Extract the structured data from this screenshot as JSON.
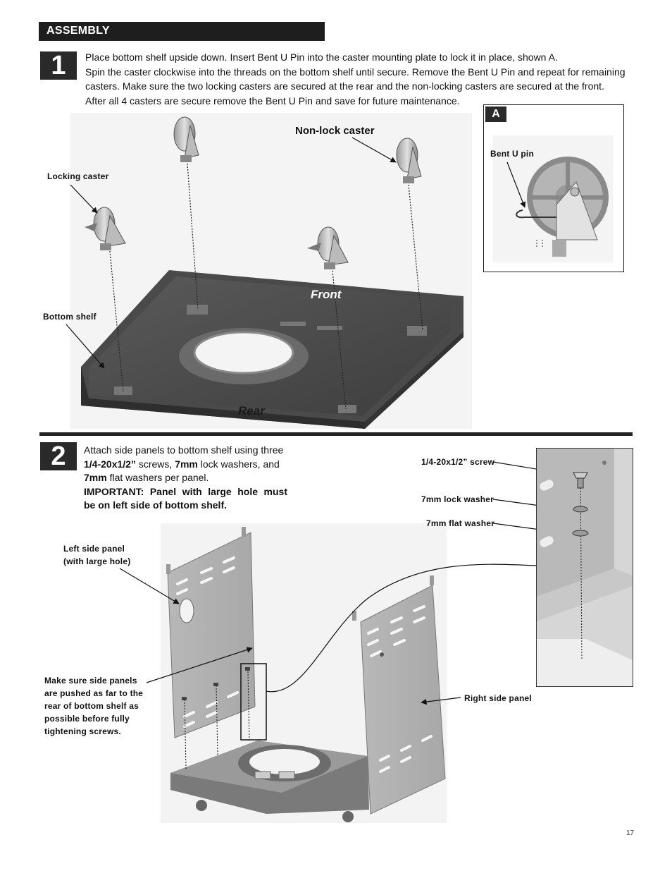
{
  "header": {
    "title": "ASSEMBLY"
  },
  "step1": {
    "number": "1",
    "lines": [
      "Place bottom shelf upside down. Insert Bent U Pin into the caster mounting plate to lock it in place, shown A.",
      "Spin the caster clockwise into the threads on the bottom shelf until secure. Remove the Bent U Pin and repeat for remaining",
      "casters. Make sure the two locking casters are secured at the rear and the non-locking casters are secured at the front.",
      "After all 4 casters are secure remove the Bent U Pin and save for future maintenance."
    ],
    "labels": {
      "non_lock_caster": "Non-lock caster",
      "locking_caster": "Locking  caster",
      "bottom_shelf": "Bottom  shelf",
      "front": "Front",
      "rear": "Rear"
    },
    "inset": {
      "badge": "A",
      "label": "Bent U pin"
    }
  },
  "step2": {
    "number": "2",
    "text": {
      "l1": "Attach side panels to bottom shelf using three",
      "l2_bold": "1/4-20x1/2”",
      "l2_rest": " screws, ",
      "l2_bold2": "7mm",
      "l2_rest2": " lock washers, and",
      "l3_bold": "7mm",
      "l3_rest": " flat washers per panel.",
      "important1": "IMPORTANT: Panel with large hole must",
      "important2": "be on left side of bottom shelf."
    },
    "labels": {
      "screw": "1/4-20x1/2”  screw",
      "lock_washer": "7mm  lock  washer",
      "flat_washer": "7mm  flat  washer",
      "left_panel_1": "Left  side  panel",
      "left_panel_2": "(with  large  hole)",
      "right_panel": "Right  side  panel",
      "note": [
        "Make  sure  side  panels",
        "are  pushed  as  far  to  the",
        "rear  of  bottom  shelf  as",
        "possible  before  fully",
        "tightening  screws."
      ]
    }
  },
  "page_number": "17"
}
